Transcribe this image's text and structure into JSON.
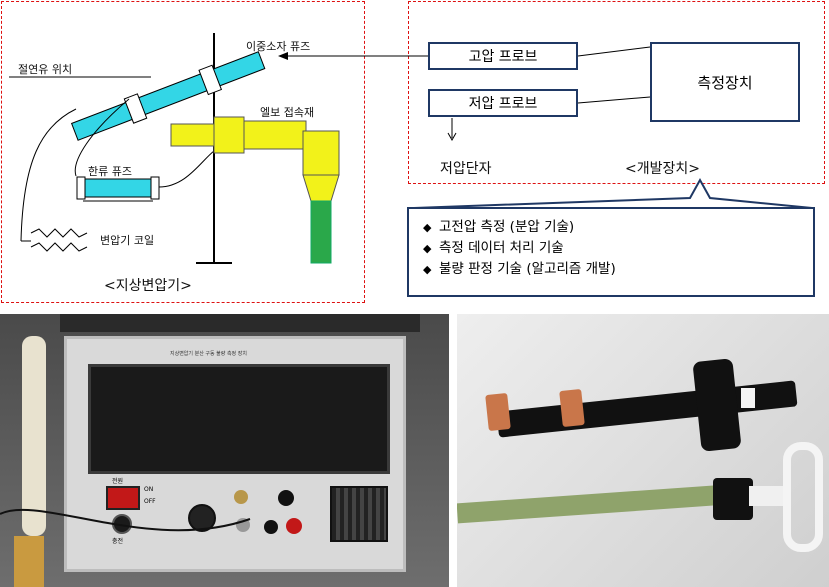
{
  "transformer": {
    "caption": "<지상변압기>",
    "labels": {
      "bushing_fuse": "이중소자 퓨즈",
      "oil_level": "절연유 위치",
      "elbow": "엘보 접속재",
      "current_limit_fuse": "한류 퓨즈",
      "coil": "변압기 코일"
    }
  },
  "device": {
    "caption": "<개발장치>",
    "high_probe": "고압 프로브",
    "low_probe": "저압 프로브",
    "meter": "측정장치",
    "low_terminal": "저압단자"
  },
  "technologies": [
    "고전압 측정 (분압 기술)",
    "측정 데이터 처리 기술",
    "불량 판정 기술 (알고리즘 개발)"
  ],
  "panel": {
    "power": "전원",
    "on": "ON",
    "off": "OFF",
    "charge": "충전",
    "screen_header": "지상변압기 분산 구동 불량 측정 장치"
  },
  "colors": {
    "border_red": "#dd1111",
    "box_navy": "#1f3864",
    "fuse_cyan": "#33d6e6",
    "elbow_yellow": "#f2f21a",
    "probe_green": "#2aa84a"
  }
}
